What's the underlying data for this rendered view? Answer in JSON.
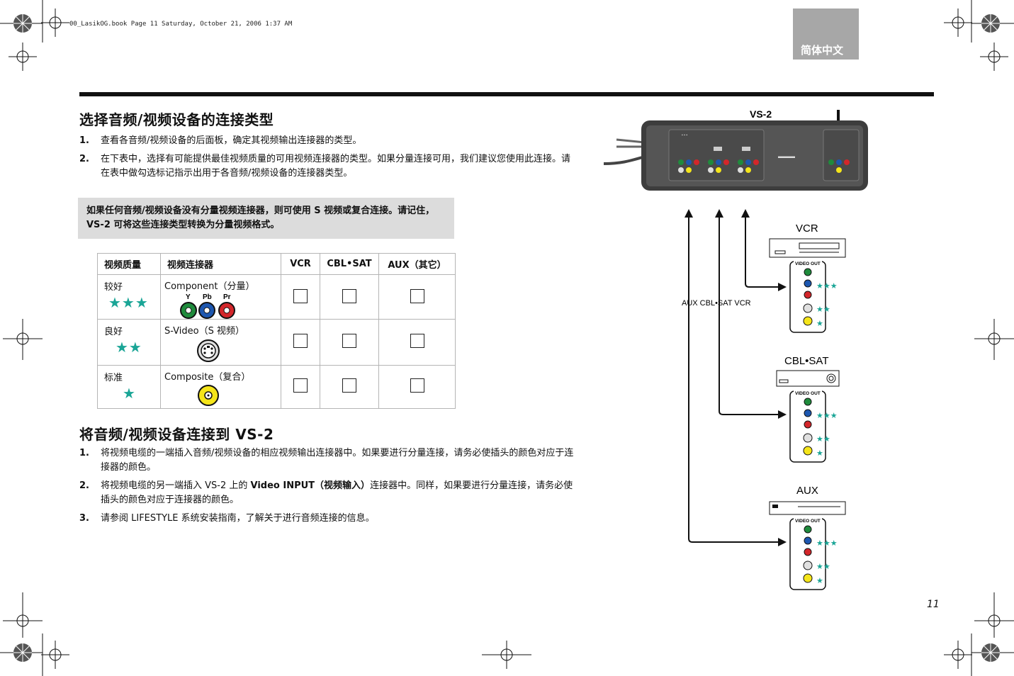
{
  "header_note": "00_LasikOG.book  Page 11  Saturday, October 21, 2006  1:37 AM",
  "lang_tab": "简体中文",
  "section1": {
    "title": "选择音频/视频设备的连接类型",
    "steps": [
      {
        "num": "1.",
        "text": "查看各音频/视频设备的后面板，确定其视频输出连接器的类型。"
      },
      {
        "num": "2.",
        "text": "在下表中，选择有可能提供最佳视频质量的可用视频连接器的类型。如果分量连接可用，我们建议您使用此连接。请在表中做勾选标记指示出用于各音频/视频设备的连接器类型。"
      }
    ]
  },
  "note": "如果任何音频/视频设备没有分量视频连接器，则可使用 S 视频或复合连接。请记住，VS-2 可将这些连接类型转换为分量视频格式。",
  "table": {
    "headers": [
      "视频质量",
      "视频连接器",
      "VCR",
      "CBL•SAT",
      "AUX（其它）"
    ],
    "rows": [
      {
        "quality": "较好",
        "stars": "★★★",
        "connector": "Component（分量）"
      },
      {
        "quality": "良好",
        "stars": "★★",
        "connector": "S-Video（S 视频）"
      },
      {
        "quality": "标准",
        "stars": "★",
        "connector": "Composite（复合）"
      }
    ],
    "component_labels": [
      "Y",
      "Pb",
      "Pr"
    ]
  },
  "section2": {
    "title": "将音频/视频设备连接到 VS-2",
    "steps": [
      {
        "num": "1.",
        "text": "将视频电缆的一端插入音频/视频设备的相应视频输出连接器中。如果要进行分量连接，请务必使插头的颜色对应于连接器的颜色。"
      },
      {
        "num": "2.",
        "pre": "将视频电缆的另一端插入 VS-2 上的 ",
        "bold": "Video INPUT（视频输入）",
        "post": "连接器中。同样，如果要进行分量连接，请务必使插头的颜色对应于连接器的颜色。"
      },
      {
        "num": "3.",
        "text": "请参阅 LIFESTYLE 系统安装指南，了解关于进行音频连接的信息。"
      }
    ]
  },
  "diagram": {
    "device_label": "VS-2",
    "input_labels": "AUX  CBL•SAT  VCR",
    "devices": [
      "VCR",
      "CBL•SAT",
      "AUX"
    ],
    "video_out": "VIDEO OUT",
    "star_labels": [
      "★★★",
      "★★",
      "★"
    ]
  },
  "page_number": "11"
}
